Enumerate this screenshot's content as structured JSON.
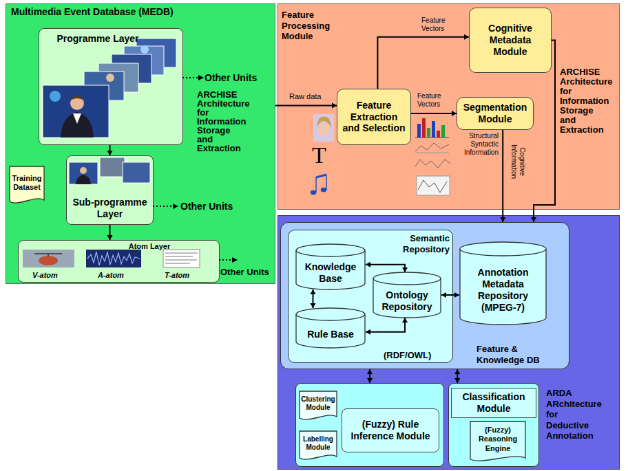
{
  "diagram": {
    "nodes": [
      {
        "text": [
          "Multimedia Event Database (MEDB)",
          "ARCHISE Architecture for Information Storage and Extraction"
        ]
      },
      {
        "text": [
          "Programme Layer"
        ],
        "in": 0
      },
      {
        "text": [
          "Training Dataset"
        ],
        "in": 0
      },
      {
        "text": [
          "Sub-programme Layer"
        ],
        "in": 0
      },
      {
        "text": [
          "Atom Layer",
          "V-atom",
          "A-atom",
          "T-atom"
        ],
        "in": 0
      },
      {
        "text": [
          "Feature Processing Module",
          "ARCHISE Architecture for Information Storage and Extraction"
        ]
      },
      {
        "text": [
          "Cognitive Metadata Module"
        ],
        "in": 5
      },
      {
        "text": [
          "Feature Extraction and Selection"
        ],
        "in": 5
      },
      {
        "text": [
          "Segmentation Module"
        ],
        "in": 5
      },
      {
        "text": [
          "ARDA ARchitecture for Deductive Annotation"
        ]
      },
      {
        "text": [
          "Feature & Knowledge DB"
        ],
        "in": 9
      },
      {
        "text": [
          "Semantic Repository",
          "(RDF/OWL)"
        ],
        "in": 10
      },
      {
        "text": [
          "Knowledge Base"
        ],
        "in": 11
      },
      {
        "text": [
          "Ontology Repository"
        ],
        "in": 11
      },
      {
        "text": [
          "Rule Base"
        ],
        "in": 11
      },
      {
        "text": [
          "Annotation Metadata Repository (MPEG-7)"
        ],
        "in": 10
      },
      {
        "text": [],
        "in": 9
      },
      {
        "text": [
          "Clustering Module"
        ],
        "in": 16
      },
      {
        "text": [
          "Labelling Module"
        ],
        "in": 16
      },
      {
        "text": [
          "(Fuzzy) Rule Inference Module"
        ],
        "in": 16
      },
      {
        "text": [],
        "in": 9
      },
      {
        "text": [
          "Classification Module"
        ],
        "in": 20
      },
      {
        "text": [
          "(Fuzzy) Reasoning Engine"
        ],
        "in": 20
      }
    ],
    "edges": [
      {
        "from": 1,
        "to": 3,
        "arrow": "to"
      },
      {
        "from": 3,
        "to": 4,
        "arrow": "to"
      },
      {
        "from": 0,
        "to": 7,
        "arrow": "to",
        "label": "Raw data"
      },
      {
        "from": 7,
        "to": 6,
        "arrow": "to",
        "label": "Feature Vectors"
      },
      {
        "from": 7,
        "to": 8,
        "arrow": "to",
        "label": "Feature Vectors"
      },
      {
        "from": 6,
        "to": 10,
        "arrow": "to"
      },
      {
        "from": 8,
        "to": 10,
        "arrow": "to"
      },
      {
        "from": 12,
        "to": 13,
        "arrow": "both"
      },
      {
        "from": 12,
        "to": 14,
        "arrow": "both"
      },
      {
        "from": 14,
        "to": 13,
        "arrow": "both"
      },
      {
        "from": 13,
        "to": 15,
        "arrow": "both"
      },
      {
        "from": 10,
        "to": 16,
        "arrow": "both"
      },
      {
        "from": 10,
        "to": 20,
        "arrow": "both"
      }
    ],
    "labels": [
      "Other Units",
      "Other Units",
      "Other Units",
      "T",
      "Structural Syntactic Information",
      "Cognitive Information"
    ]
  }
}
